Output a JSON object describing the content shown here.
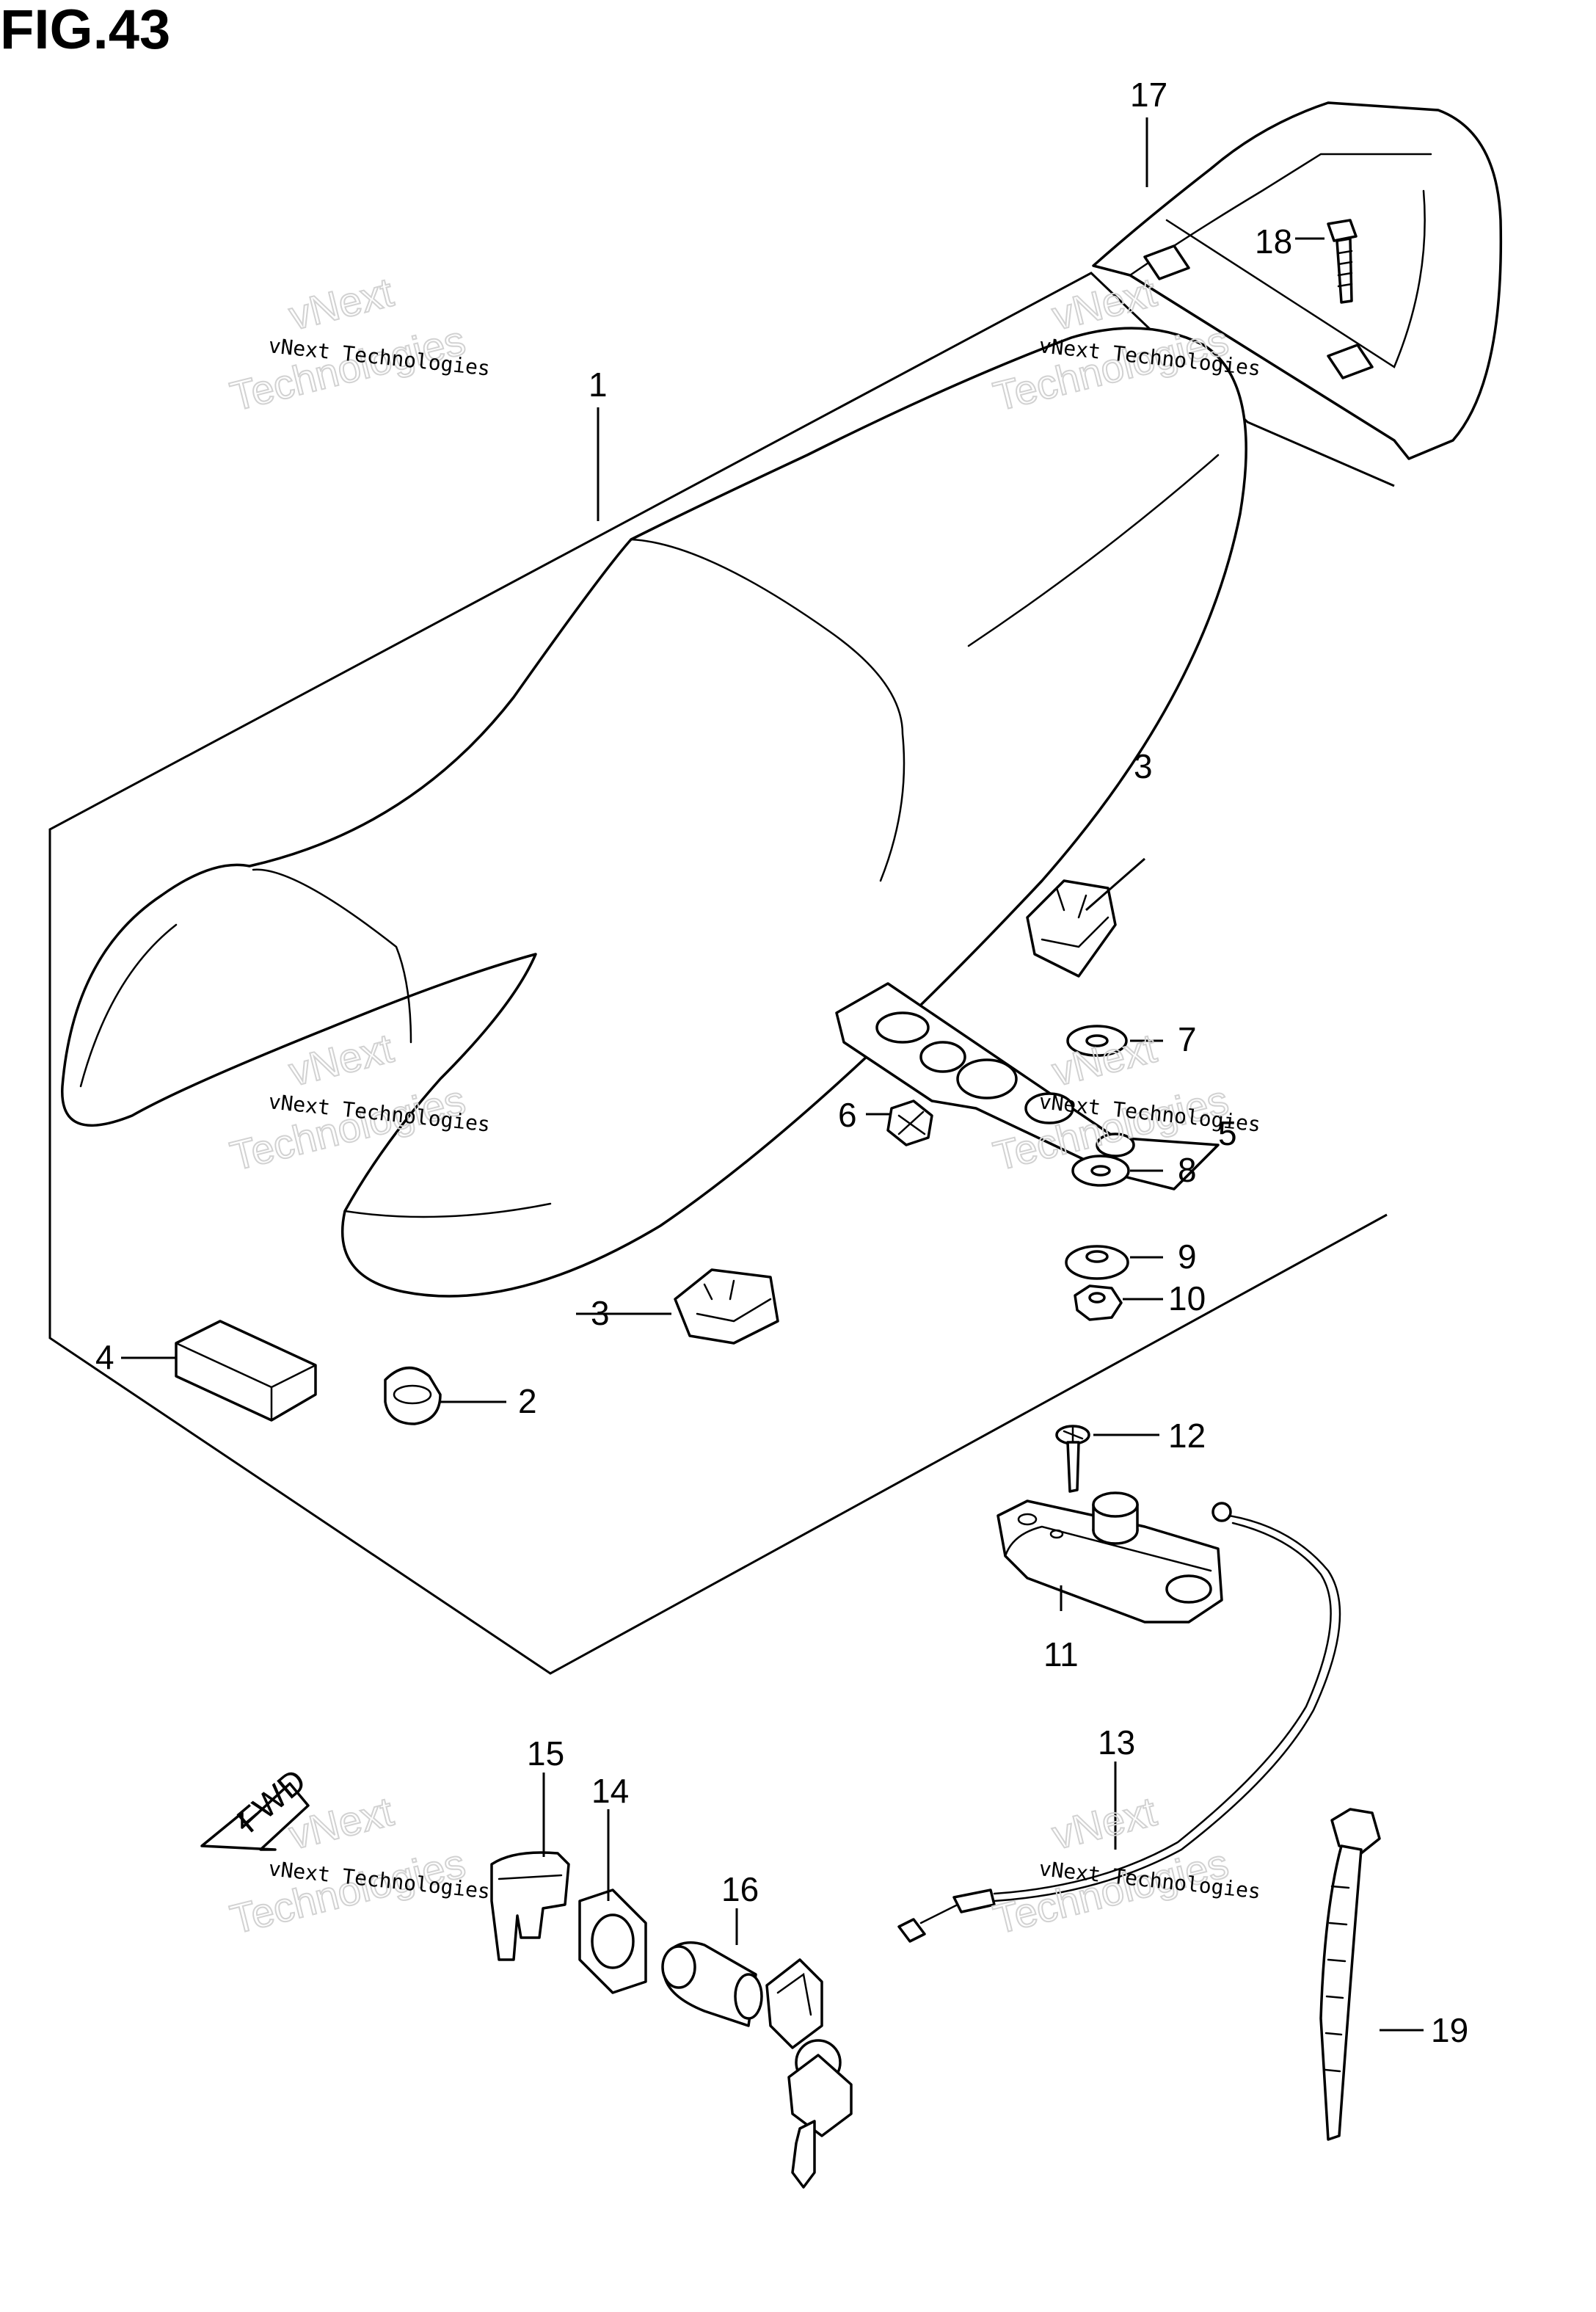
{
  "figure": {
    "title": "FIG.43"
  },
  "watermark": {
    "small_text": "vNext Technologies",
    "big_line1": "vNext",
    "big_line2": "Technologies"
  },
  "direction_arrow": {
    "label": "FWD"
  },
  "callouts": [
    {
      "id": "1",
      "part": "seat-assembly"
    },
    {
      "id": "2",
      "part": "cushion-nut"
    },
    {
      "id": "3",
      "part": "seat-cushion-upper"
    },
    {
      "id": "3",
      "part": "seat-cushion-lower"
    },
    {
      "id": "4",
      "part": "seat-pad"
    },
    {
      "id": "5",
      "part": "seat-bracket"
    },
    {
      "id": "6",
      "part": "grommet"
    },
    {
      "id": "7",
      "part": "washer-upper"
    },
    {
      "id": "8",
      "part": "washer"
    },
    {
      "id": "9",
      "part": "washer-lower"
    },
    {
      "id": "10",
      "part": "nut"
    },
    {
      "id": "11",
      "part": "seat-lock-assembly"
    },
    {
      "id": "12",
      "part": "screw"
    },
    {
      "id": "13",
      "part": "lock-cable"
    },
    {
      "id": "14",
      "part": "lock-holder"
    },
    {
      "id": "15",
      "part": "lock-clip"
    },
    {
      "id": "16",
      "part": "seat-lock-cylinder"
    },
    {
      "id": "17",
      "part": "rear-seat-cover"
    },
    {
      "id": "18",
      "part": "cover-bolt"
    },
    {
      "id": "19",
      "part": "cable-tie"
    }
  ]
}
